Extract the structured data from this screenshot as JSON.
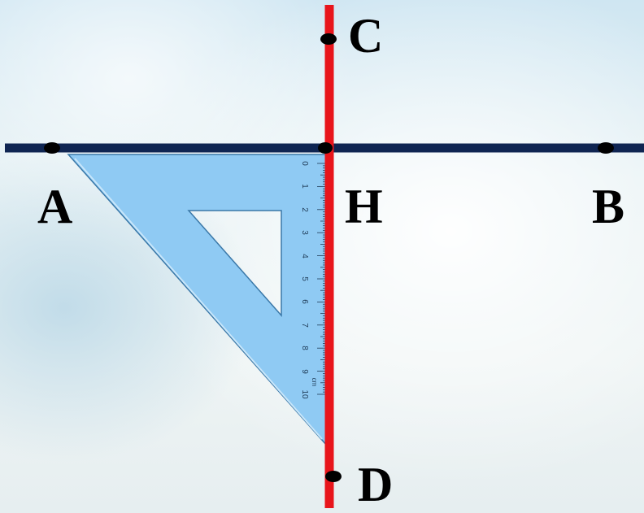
{
  "points": {
    "A": "A",
    "B": "B",
    "C": "C",
    "D": "D",
    "H": "H"
  },
  "ruler": {
    "ticks": [
      "0",
      "1",
      "2",
      "3",
      "4",
      "5",
      "6",
      "7",
      "8",
      "9",
      "10"
    ],
    "unit": "cm"
  },
  "colors": {
    "line_ab": "#0f2552",
    "line_cd": "#e8151b",
    "triangle_fill": "#8fcaf3",
    "triangle_edge": "#3a78a8",
    "points": "#000000"
  }
}
